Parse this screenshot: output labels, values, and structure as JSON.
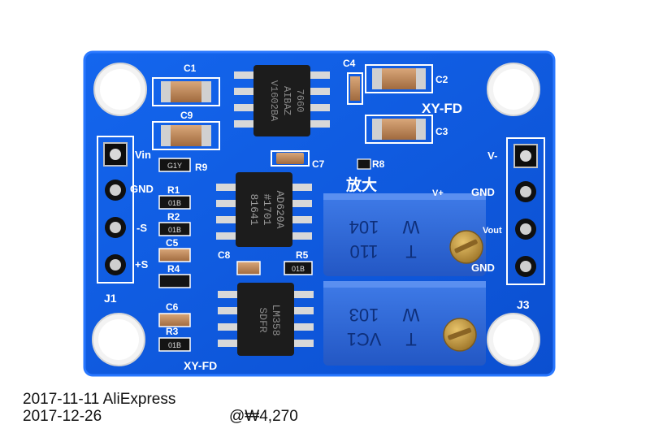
{
  "caption": {
    "line1": "2017-11-11 AliExpress",
    "line2": "2017-12-26",
    "price": "@₩4,270"
  },
  "board": {
    "brand_right": "XY-FD",
    "brand_bottom": "XY-FD",
    "label_gain": "放大",
    "label_vplus": "V+",
    "header_j1": "J1",
    "header_j3": "J3",
    "pins_left": [
      "Vin",
      "GND",
      "-S",
      "+S"
    ],
    "pins_right": [
      "V-",
      "GND",
      "Vout",
      "GND"
    ],
    "refdes": [
      "C1",
      "C9",
      "C4",
      "C2",
      "C3",
      "C7",
      "R9",
      "R8",
      "R1",
      "R2",
      "C5",
      "R4",
      "C8",
      "R5",
      "C6",
      "R3"
    ],
    "ic_top_marking": [
      "7660",
      "AIBAZ",
      "V1602BA"
    ],
    "ic_mid_marking": [
      "AD620A",
      "#1701",
      "81641"
    ],
    "ic_bottom_marking": [
      "LM358",
      "SDFR"
    ],
    "pot_top_marking": [
      "T",
      "110",
      "104",
      "W"
    ],
    "pot_bottom_marking": [
      "T",
      "VC1",
      "103",
      "W"
    ],
    "resistor_code": "01B",
    "resistor_code_r9": "G1Y"
  },
  "colors": {
    "pcb": "#0f5be0",
    "pcb_edge": "#1a6af2",
    "silkscreen": "#ffffff",
    "pot_body": "#2f6bd8",
    "screw": "#c9a041",
    "ic": "#1c1c1c"
  }
}
